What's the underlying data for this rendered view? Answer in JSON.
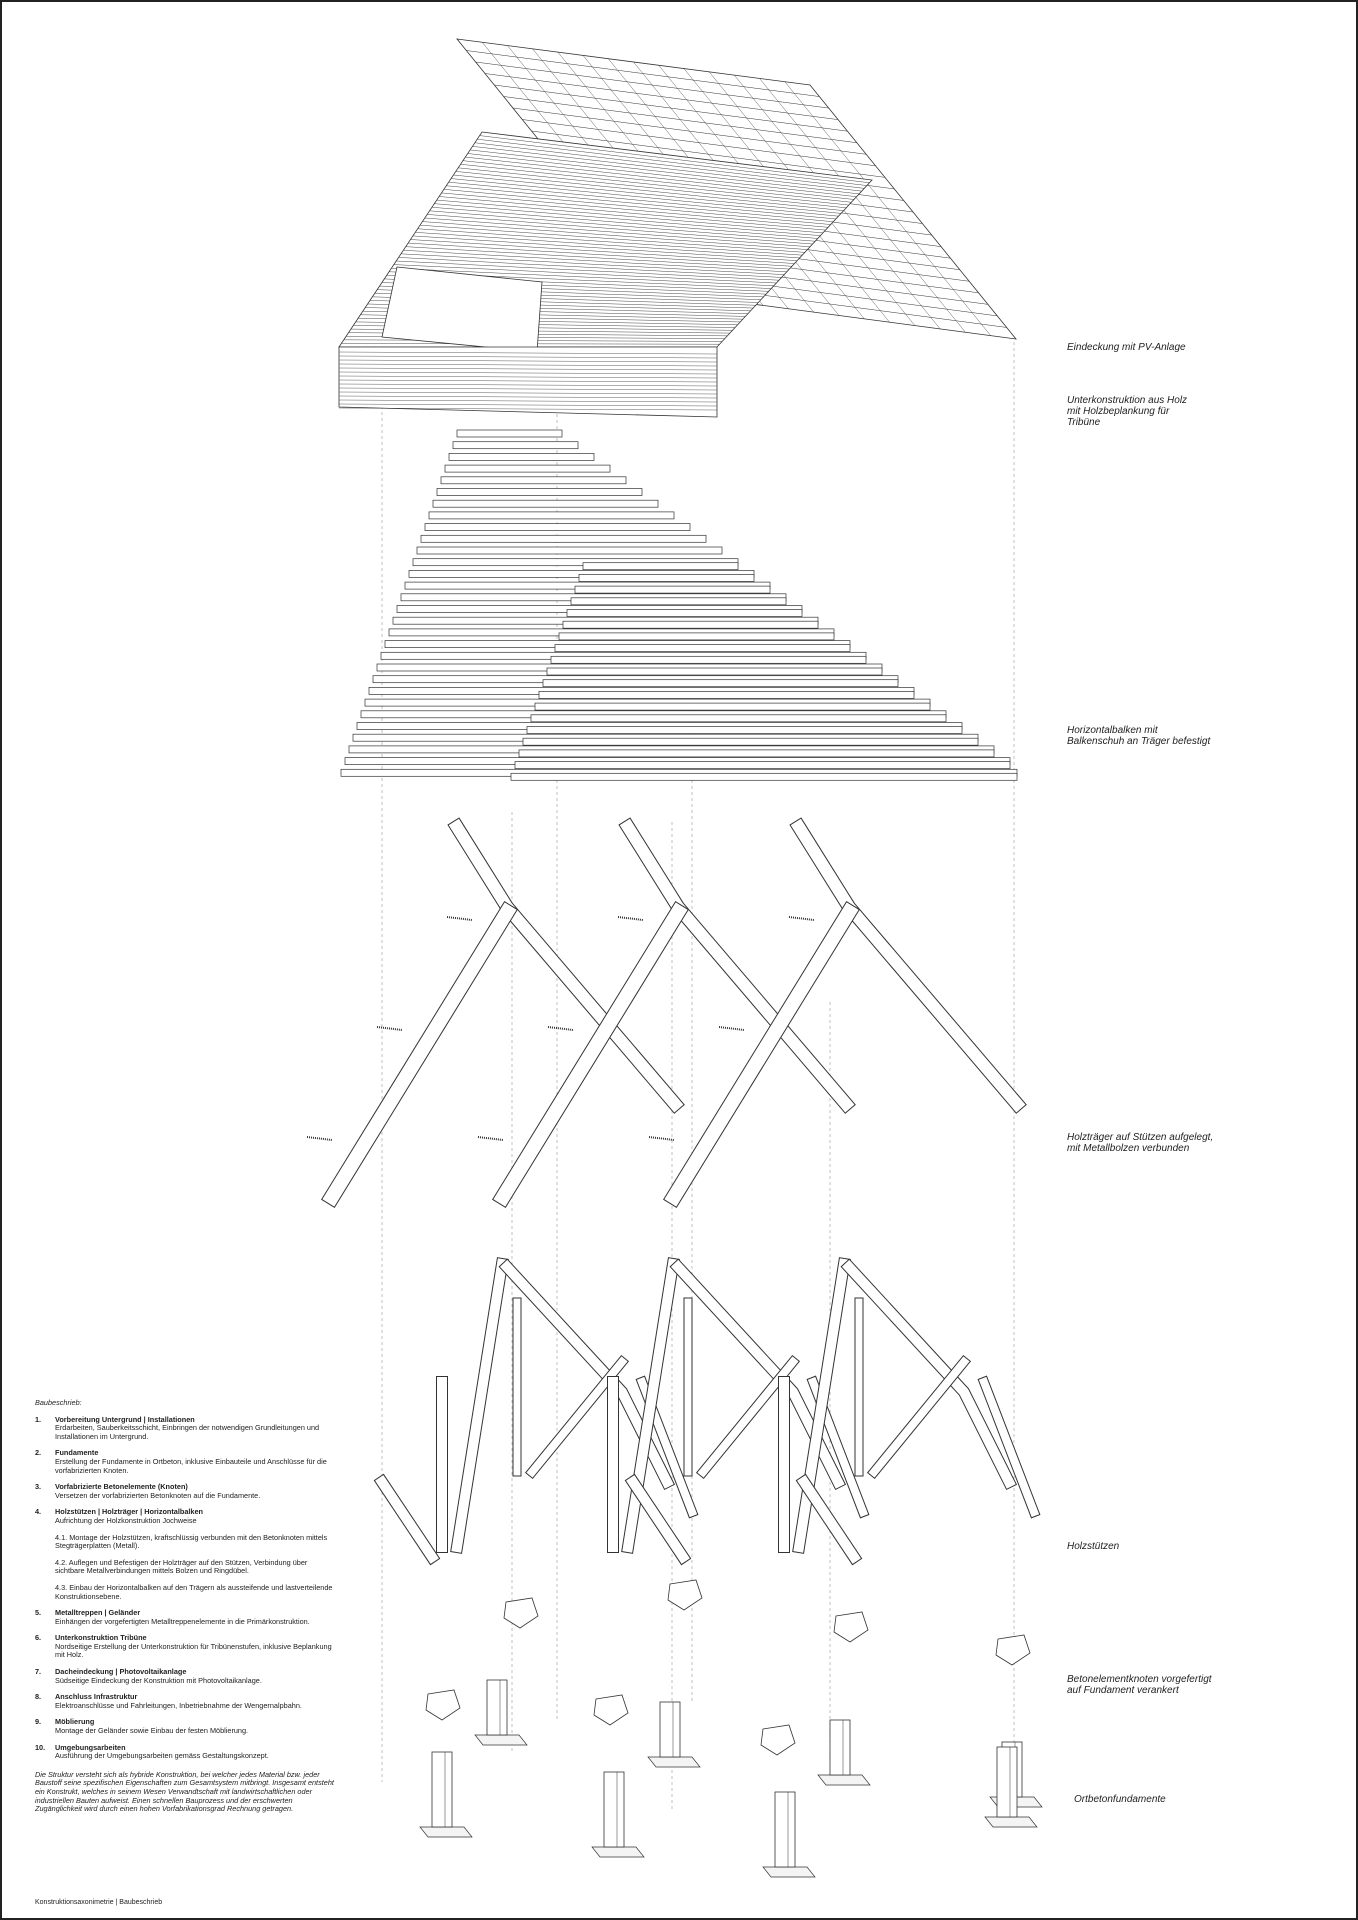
{
  "labels": {
    "roof": "Eindeckung mit PV-Anlage",
    "substructure": "Unterkonstruktion aus Holz\nmit Holzbeplankung für\nTribüne",
    "beams": "Horizontalbalken mit\nBalkenschuh an Träger befestigt",
    "girders": "Holzträger auf Stützen aufgelegt,\nmit Metallbolzen verbunden",
    "columns": "Holzstützen",
    "nodes": "Betonelementknoten vorgefertigt\nauf Fundament verankert",
    "foundations": "Ortbetonfundamente"
  },
  "description": {
    "heading": "Baubeschrieb:",
    "items": [
      {
        "num": "1.",
        "title": "Vorbereitung Untergrund | Installationen",
        "text": "Erdarbeiten, Sauberkeitsschicht, Einbringen der notwendigen Grundleitungen und Installationen im Untergrund."
      },
      {
        "num": "2.",
        "title": "Fundamente",
        "text": "Erstellung der Fundamente in Ortbeton, inklusive Einbauteile und Anschlüsse für die vorfabrizierten Knoten."
      },
      {
        "num": "3.",
        "title": "Vorfabrizierte Betonelemente (Knoten)",
        "text": "Versetzen der vorfabrizierten Betonknoten auf die Fundamente."
      },
      {
        "num": "4.",
        "title": "Holzstützen | Holzträger | Horizontalbalken",
        "text": "Aufrichtung der Holzkonstruktion Jochweise",
        "subs": [
          "4.1. Montage der Holzstützen, kraftschlüssig verbunden mit den Betonknoten mittels Stegträgerplatten (Metall).",
          "4.2. Auflegen und Befestigen der Holzträger auf den Stützen, Verbindung über sichtbare Metallverbindungen mittels Bolzen und Ringdübel.",
          "4.3. Einbau der Horizontalbalken auf den Trägern als aussteifende und lastverteilende Konstruktionsebene."
        ]
      },
      {
        "num": "5.",
        "title": "Metalltreppen | Geländer",
        "text": "Einhängen der vorgefertigten Metalltreppenelemente in die Primärkonstruktion."
      },
      {
        "num": "6.",
        "title": "Unterkonstruktion Tribüne",
        "text": "Nordseitige Erstellung der Unterkonstruktion für Tribünenstufen, inklusive Beplankung mit Holz."
      },
      {
        "num": "7.",
        "title": "Dacheindeckung | Photovoltaikanlage",
        "text": "Südseitige Eindeckung der Konstruktion mit Photovoltaikanlage."
      },
      {
        "num": "8.",
        "title": "Anschluss Infrastruktur",
        "text": "Elektroanschlüsse und Fahrleitungen, Inbetriebnahme der Wengernalpbahn."
      },
      {
        "num": "9.",
        "title": "Möblierung",
        "text": "Montage der Geländer sowie Einbau der festen Möblierung."
      },
      {
        "num": "10.",
        "title": "Umgebungsarbeiten",
        "text": "Ausführung der Umgebungsarbeiten gemäss Gestaltungskonzept."
      }
    ],
    "closing": "Die Struktur versteht sich als hybride Konstruktion, bei welcher jedes Material bzw. jeder Baustoff seine spezifischen Eigenschaften zum Gesamtsystem mitbringt. Insgesamt entsteht ein Konstrukt, welches in seinem Wesen Verwandtschaft mit landwirtschaftlichen oder industriellen Bauten aufweist. Einen schnellen Bauprozess und der erschwerten Zugänglichkeit wird durch einen hohen Vorfabrikationsgrad Rechnung getragen."
  },
  "footer": "Konstruktionsaxonimetrie | Baubeschrieb"
}
